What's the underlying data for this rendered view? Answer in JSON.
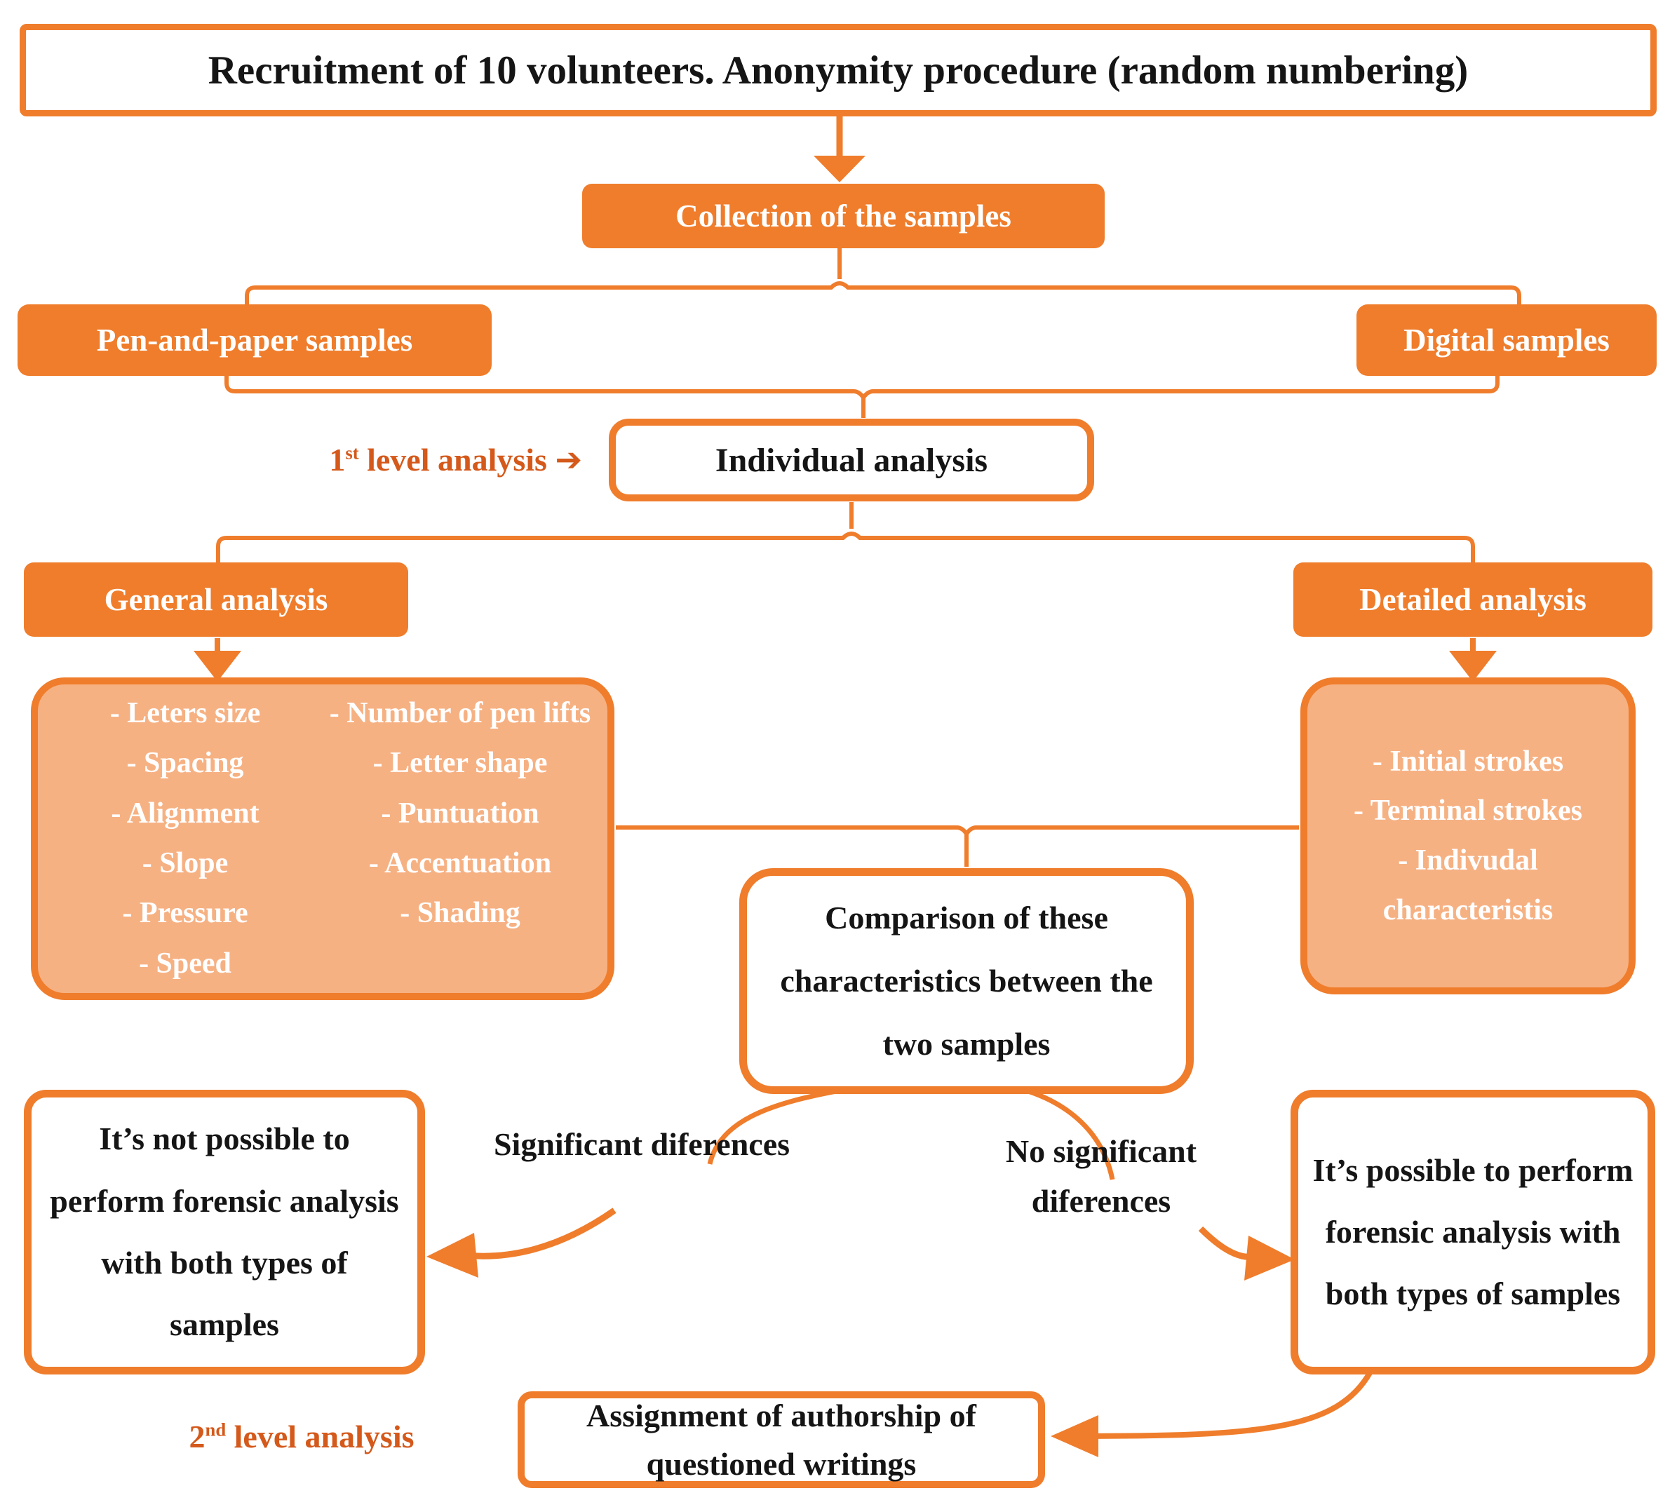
{
  "palette": {
    "accent": "#EF7D2C",
    "accent_tint": "#F6B183",
    "accent_dark": "#D4591B",
    "ink": "#151515"
  },
  "nodes": {
    "recruitment": "Recruitment of 10 volunteers. Anonymity procedure (random numbering)",
    "collection": "Collection of the samples",
    "pen_paper": "Pen-and-paper samples",
    "digital": "Digital samples",
    "individual": "Individual analysis",
    "general": "General analysis",
    "detailed": "Detailed analysis",
    "comparison": "Comparison of these characteristics between the two samples",
    "significant": "Significant diferences",
    "no_significant": "No significant diferences",
    "not_possible": "It’s not possible to perform forensic analysis with both types of samples",
    "possible": "It’s possible to perform forensic analysis with both types of samples",
    "assignment": "Assignment of authorship of questioned writings"
  },
  "labels": {
    "first_level": {
      "num": "1",
      "sup": "st",
      "rest": " level analysis ",
      "arrow": "➔"
    },
    "second_level": {
      "num": "2",
      "sup": "nd",
      "rest": " level analysis"
    }
  },
  "lists": {
    "general": {
      "col1": [
        "- Leters size",
        "- Spacing",
        "- Alignment",
        "- Slope",
        "- Pressure",
        "- Speed"
      ],
      "col2": [
        "- Number of pen lifts",
        "- Letter shape",
        "- Puntuation",
        "- Accentuation",
        "- Shading"
      ]
    },
    "detailed": [
      "- Initial strokes",
      "- Terminal strokes",
      "- Indivudal characteristis"
    ]
  }
}
